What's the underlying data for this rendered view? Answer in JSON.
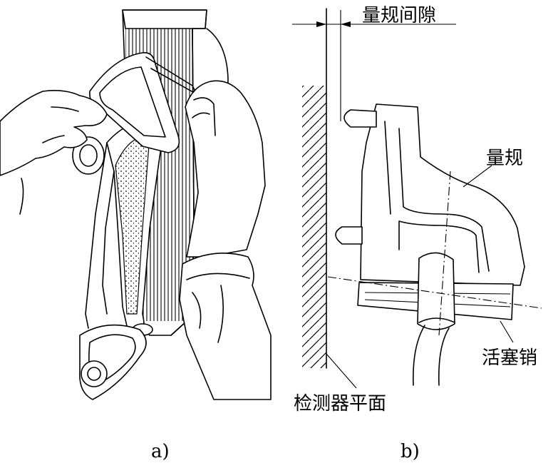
{
  "figure_a": {
    "caption": "a)"
  },
  "figure_b": {
    "caption": "b)",
    "labels": {
      "gauge_clearance": "量规间隙",
      "gauge": "量规",
      "piston_pin": "活塞销",
      "detector_plane": "检测器平面"
    }
  }
}
